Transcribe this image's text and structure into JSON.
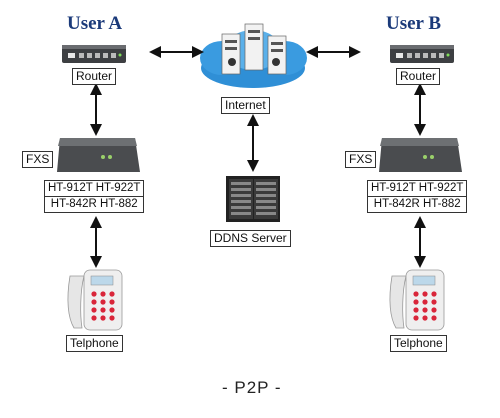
{
  "diagram": {
    "user_a_title": "User A",
    "user_b_title": "User B",
    "router_a_label": "Router",
    "router_b_label": "Router",
    "internet_label": "Internet",
    "ddns_label": "DDNS Server",
    "fxs_a_label": "FXS",
    "fxs_b_label": "FXS",
    "models_a_line1": "HT-912T HT-922T",
    "models_a_line2": "HT-842R HT-882",
    "models_b_line1": "HT-912T HT-922T",
    "models_b_line2": "HT-842R HT-882",
    "phone_a_label": "Telphone",
    "phone_b_label": "Telphone",
    "footer_caption": "- P2P -"
  },
  "colors": {
    "title_blue": "#1b3a7a",
    "cloud_blue": "#2f8fd6",
    "device_dark": "#4a4c4f",
    "phone_red": "#d9263a"
  }
}
